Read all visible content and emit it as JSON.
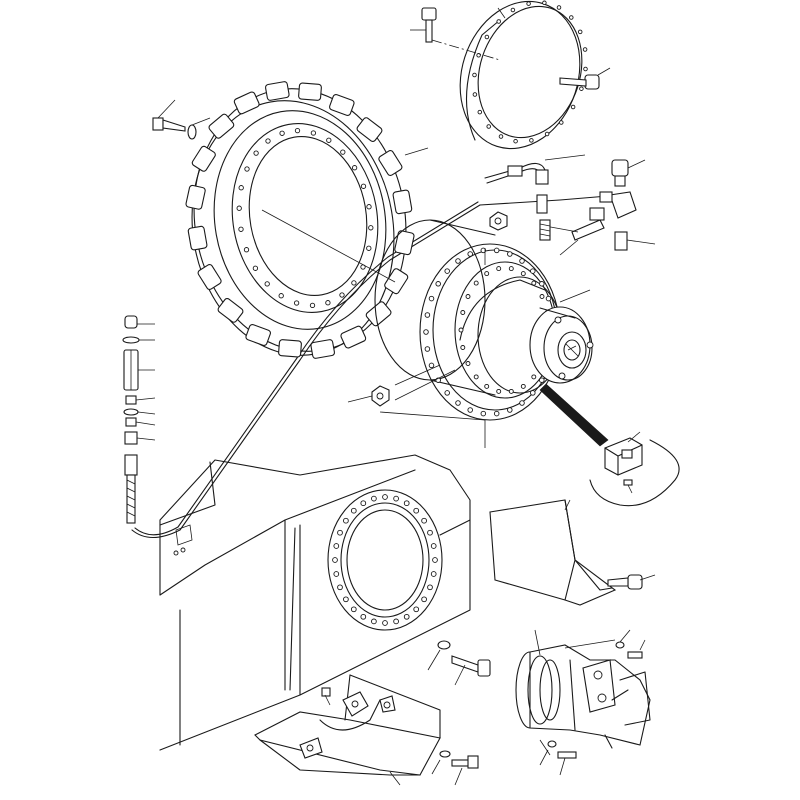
{
  "figure": {
    "kind": "exploded-parts-diagram",
    "text_labels": []
  },
  "parts": [
    {
      "id": "sprocket",
      "icon": "sprocket-icon"
    },
    {
      "id": "cover-ring",
      "icon": "ring-cover-icon"
    },
    {
      "id": "final-drive-hub",
      "icon": "final-drive-icon"
    },
    {
      "id": "travel-motor",
      "icon": "hydraulic-motor-icon"
    },
    {
      "id": "track-frame",
      "icon": "frame-icon"
    },
    {
      "id": "guard-plate",
      "icon": "guard-icon"
    },
    {
      "id": "hose",
      "icon": "hose-icon"
    },
    {
      "id": "grease-fitting-stack",
      "icon": "fitting-icon"
    },
    {
      "id": "detail-block",
      "icon": "block-icon"
    }
  ],
  "colors": {
    "ink": "#1a1a1a",
    "paper": "#ffffff"
  }
}
